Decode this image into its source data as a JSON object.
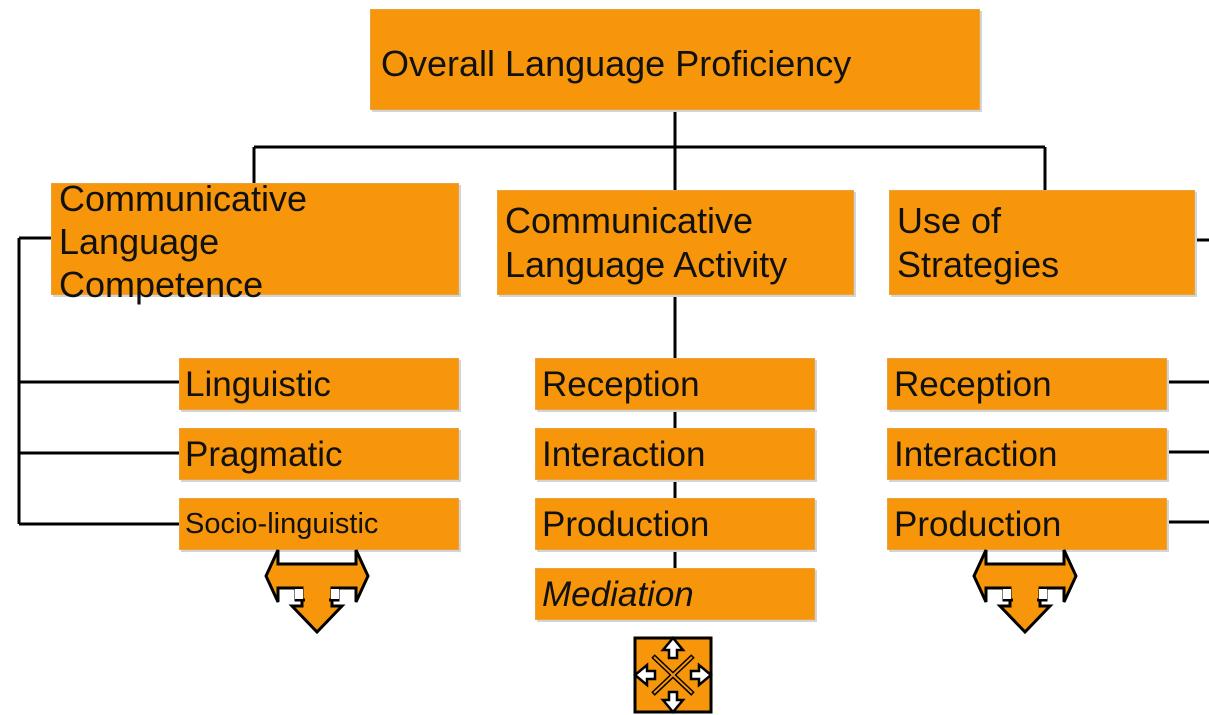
{
  "diagram": {
    "root": {
      "label": "Overall Language Proficiency"
    },
    "branches": [
      {
        "lines": [
          "Communicative",
          "Language",
          "Competence"
        ],
        "children": [
          "Linguistic",
          "Pragmatic",
          "Socio-linguistic"
        ]
      },
      {
        "lines": [
          "Communicative",
          "Language Activity"
        ],
        "children": [
          "Reception",
          "Interaction",
          "Production",
          "Mediation"
        ]
      },
      {
        "lines": [
          "Use of",
          "Strategies"
        ],
        "children": [
          "Reception",
          "Interaction",
          "Production"
        ]
      }
    ]
  },
  "colors": {
    "box": "#f7960a",
    "line": "#000000"
  },
  "icons": [
    "merge-arrow-icon",
    "expand-arrows-icon",
    "merge-arrow-icon"
  ]
}
